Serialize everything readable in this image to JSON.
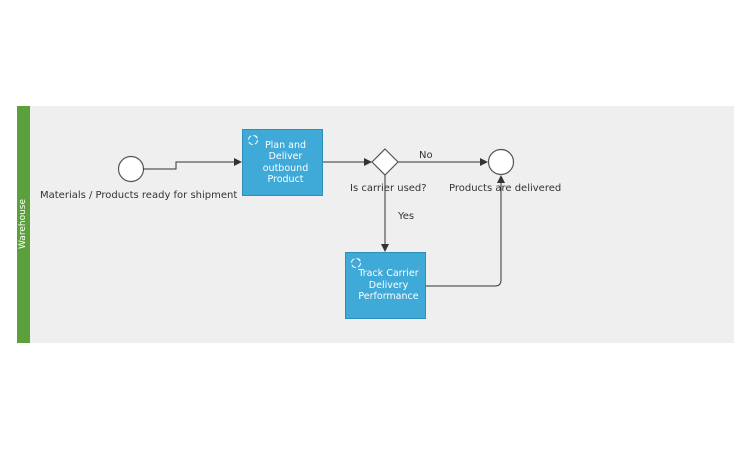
{
  "lane": {
    "label": "Warehouse"
  },
  "events": {
    "start_label": "Materials / Products ready for shipment",
    "end_label": "Products are delivered"
  },
  "tasks": {
    "plan_deliver": "Plan and\nDeliver\noutbound\nProduct",
    "track_carrier": "Track Carrier\nDelivery\nPerformance"
  },
  "gateway": {
    "label": "Is carrier used?"
  },
  "flows": {
    "no_label": "No",
    "yes_label": "Yes"
  },
  "colors": {
    "lane_header": "#5ba03a",
    "pool_background": "#efefef",
    "task_fill": "#3fa9d8",
    "line": "#333333"
  },
  "icons": {
    "task_marker": "loop-icon"
  }
}
